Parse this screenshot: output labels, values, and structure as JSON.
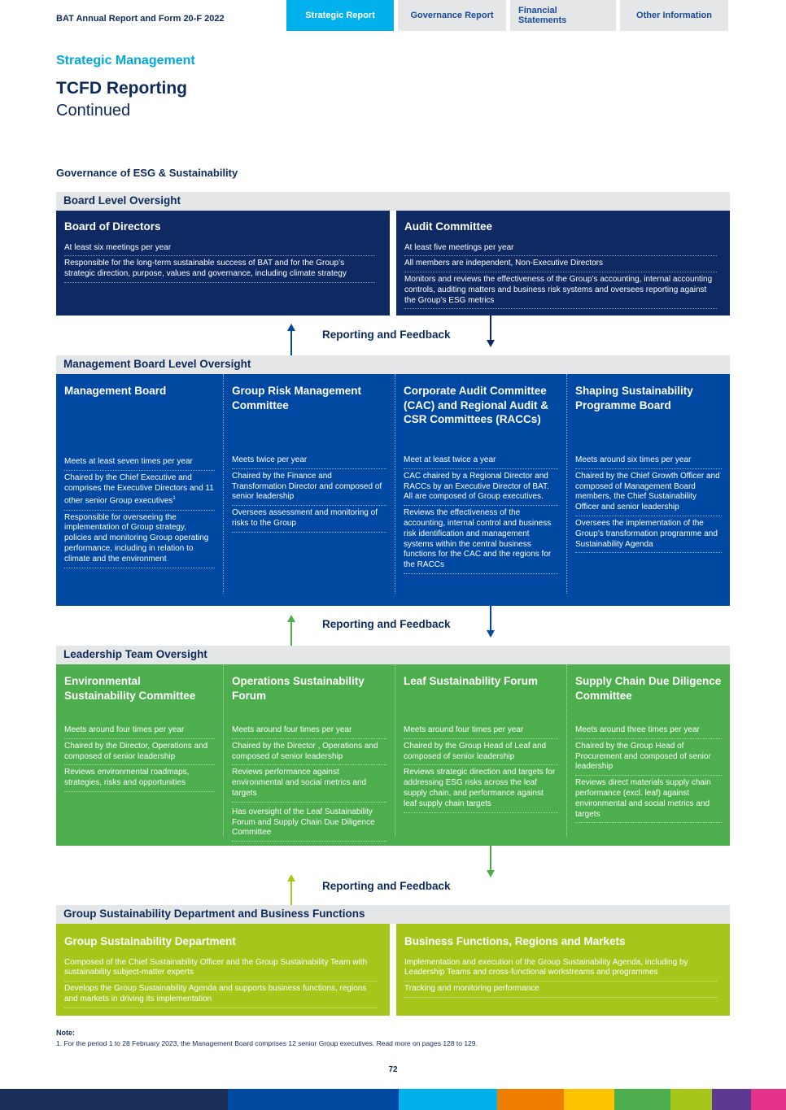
{
  "header": {
    "doc_title": "BAT Annual Report and Form 20-F 2022",
    "tabs": [
      {
        "label": "Strategic Report",
        "active": true
      },
      {
        "label": "Governance Report",
        "active": false
      },
      {
        "label": "Financial Statements",
        "active": false
      },
      {
        "label": "Other Information",
        "active": false
      }
    ]
  },
  "page": {
    "section": "Strategic Management",
    "title": "TCFD Reporting",
    "subtitle": "Continued",
    "heading": "Governance of ESG & Sustainability"
  },
  "feedback_label": "Reporting and Feedback",
  "board": {
    "bar": "Board Level Oversight",
    "directors": {
      "title": "Board of Directors",
      "items": [
        "At least six meetings per year",
        "Responsible for the long-term sustainable success of BAT and for the Group’s strategic direction, purpose, values and governance, including climate strategy"
      ]
    },
    "audit": {
      "title": "Audit Committee",
      "items": [
        "At least five meetings per year",
        "All members are independent, Non-Executive Directors",
        "Monitors and reviews the effectiveness of the Group’s accounting, internal accounting controls, auditing matters and business risk systems and oversees reporting against the Group’s ESG metrics"
      ]
    }
  },
  "management": {
    "bar": "Management Board Level Oversight",
    "cols": [
      {
        "title": "Management Board",
        "items": [
          "Meets at least seven times per year",
          "Chaired by the Chief Executive and comprises the Executive Directors and 11 other senior Group executives",
          "Responsible for overseeing the implementation of Group strategy, policies and monitoring Group operating performance, including in relation to climate and the environment"
        ],
        "footnote": "1"
      },
      {
        "title": "Group Risk Management Committee",
        "items": [
          "Meets twice per year",
          "Chaired by the Finance and Transformation Director and composed of senior leadership",
          "Oversees assessment and monitoring of risks to the Group"
        ]
      },
      {
        "title": "Corporate Audit Committee (CAC) and Regional Audit & CSR Committees (RACCs)",
        "items": [
          "Meet at least twice a year",
          "CAC chaired by a Regional Director and RACCs by an Executive Director of BAT. All are composed of Group executives.",
          "Reviews the effectiveness of the accounting, internal control and business risk identification and management systems within the central business functions for the CAC and the regions for the RACCs"
        ]
      },
      {
        "title": "Shaping Sustainability Programme Board",
        "items": [
          "Meets around six times per year",
          "Chaired by the Chief Growth Officer and composed of Management Board members, the Chief Sustainability Officer and senior leadership",
          "Oversees the implementation of the Group’s transformation programme and Sustainability Agenda"
        ]
      }
    ]
  },
  "leadership": {
    "bar": "Leadership Team Oversight",
    "cols": [
      {
        "title": "Environmental Sustainability Committee",
        "items": [
          "Meets around four times per year",
          "Chaired by the Director, Operations and composed of senior leadership",
          "Reviews environmental roadmaps, strategies, risks and opportunities"
        ]
      },
      {
        "title": "Operations Sustainability Forum",
        "items": [
          "Meets around four times per year",
          "Chaired by the Director , Operations and composed of senior leadership",
          "Reviews performance against environmental and social metrics and targets",
          "Has oversight of the Leaf Sustainability Forum and Supply Chain Due Diligence Committee"
        ]
      },
      {
        "title": "Leaf Sustainability Forum",
        "items": [
          "Meets around four times per year",
          "Chaired by the Group Head of Leaf and composed of senior leadership",
          "Reviews strategic direction and targets for addressing ESG risks across the leaf supply chain, and performance against leaf supply chain targets"
        ]
      },
      {
        "title": "Supply Chain Due Diligence Committee",
        "items": [
          "Meets around three times per year",
          "Chaired by the Group Head of Procurement and composed of senior leadership",
          "Reviews direct materials supply chain performance (excl. leaf) against environmental and social metrics and targets"
        ]
      }
    ]
  },
  "department": {
    "bar": "Group Sustainability Department and Business Functions",
    "gsd": {
      "title": "Group Sustainability Department",
      "items": [
        "Composed of the Chief Sustainability Officer and the Group Sustainability Team with sustainability subject-matter experts",
        "Develops the Group Sustainability Agenda and supports business functions, regions and markets in driving its implementation"
      ]
    },
    "bfrm": {
      "title": "Business Functions, Regions and Markets",
      "items": [
        "Implementation and execution of the Group Sustainability Agenda, including by Leadership Teams and cross-functional workstreams and programmes",
        "Tracking and monitoring performance"
      ]
    }
  },
  "note": {
    "label": "Note:",
    "text": "1.   For the period 1 to 28 February 2023, the Management Board comprises 12 senior Group executives. Read more on pages 128 to 129."
  },
  "page_number": "72",
  "colors": {
    "navy": "#0f2a63",
    "blue": "#0049a2",
    "cyan": "#00b1eb",
    "green": "#4cae4c",
    "lime": "#a7c61c",
    "grey": "#e5e6e8"
  },
  "footer_colors": [
    "#1b2f5b",
    "#0049a2",
    "#00b1eb",
    "#ef7d00",
    "#fdc300",
    "#4cae4c",
    "#a7c61c",
    "#5f3893",
    "#e6338a"
  ]
}
